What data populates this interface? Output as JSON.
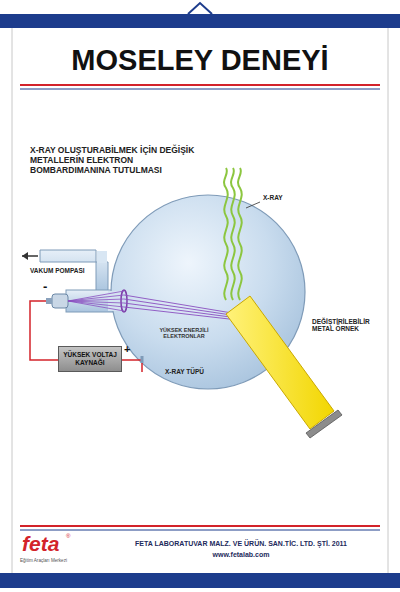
{
  "diagram": {
    "title": "MOSELEY DENEYİ",
    "nodes": [
      {
        "text": [
          "YÜKSEK VOLTAJ KAYNAĞI"
        ]
      }
    ],
    "labels": [
      "X-RAY OLUŞTURABİLMEK İÇİN DEĞİŞİK METALLERİN ELEKTRON BOMBARDIMANINA TUTULMASI",
      "X-RAY",
      "VAKUM POMPASI",
      "-",
      "+",
      "YÜKSEK ENERJİLİ ELEKTRONLAR",
      "DEĞİŞTİRİLEBİLİR METAL ÖRNEK",
      "X-RAY TÜPÜ",
      "feta",
      "®",
      "Eğitim Araçları Merkezi",
      "FETA LABORATUVAR MALZ. VE ÜRÜN. SAN.TİC. LTD. ŞTİ. 2011",
      "www.fetalab.com"
    ]
  }
}
